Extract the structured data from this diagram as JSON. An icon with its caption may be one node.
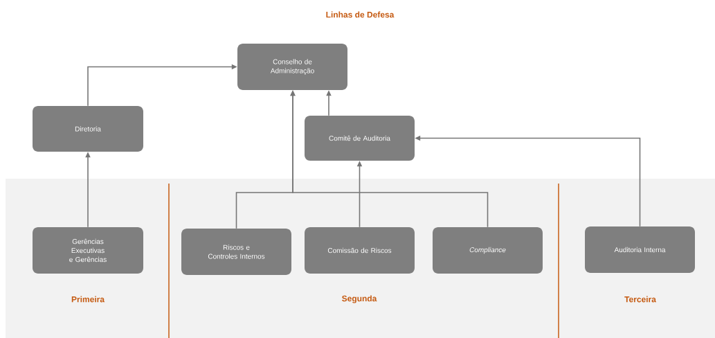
{
  "diagram": {
    "title": "Linhas de Defesa",
    "nodes": [
      {
        "text": [
          "Conselho de Administração"
        ]
      },
      {
        "text": [
          "Diretoria"
        ]
      },
      {
        "text": [
          "Comitê de Auditoria"
        ]
      },
      {
        "text": [
          "Gerências Executivas e Gerências"
        ]
      },
      {
        "text": [
          "Riscos e Controles Internos"
        ]
      },
      {
        "text": [
          "Comissão de Riscos"
        ]
      },
      {
        "text": [
          "Compliance"
        ]
      },
      {
        "text": [
          "Auditoria Interna"
        ]
      }
    ],
    "edges": [
      {
        "from": 1,
        "to": 0,
        "arrow": "to"
      },
      {
        "from": 3,
        "to": 1,
        "arrow": "to"
      },
      {
        "from": 2,
        "to": 0,
        "arrow": "to"
      },
      {
        "from": 4,
        "to": 0,
        "arrow": "to"
      },
      {
        "from": 6,
        "to": 0,
        "arrow": "to"
      },
      {
        "from": 5,
        "to": 2,
        "arrow": "to"
      },
      {
        "from": 7,
        "to": 2,
        "arrow": "to"
      }
    ],
    "labels": [
      "Primeira",
      "Segunda",
      "Terceira"
    ]
  }
}
